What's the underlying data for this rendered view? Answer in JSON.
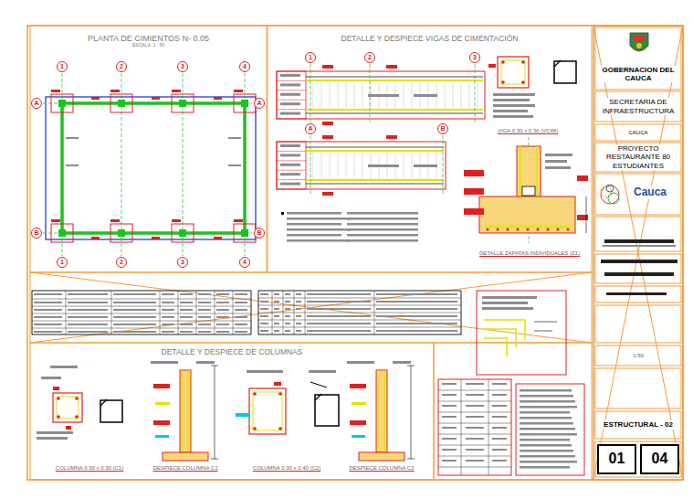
{
  "diagram": {
    "nodes": [
      {
        "text": [
          "PLANTA DE CIMIENTOS N- 0.05",
          "ESCALA: 1 : 50"
        ]
      },
      {
        "text": [
          "DETALLE Y DESPIECE VIGAS DE CIMENTACIÓN"
        ]
      },
      {
        "text": [
          "DETALLE Y DESPIECE DE COLUMNAS"
        ]
      },
      {
        "text": [
          "1"
        ],
        "in": 0
      },
      {
        "text": [
          "2"
        ],
        "in": 0
      },
      {
        "text": [
          "3"
        ],
        "in": 0
      },
      {
        "text": [
          "4"
        ],
        "in": 0
      },
      {
        "text": [
          "1"
        ],
        "in": 0
      },
      {
        "text": [
          "2"
        ],
        "in": 0
      },
      {
        "text": [
          "3"
        ],
        "in": 0
      },
      {
        "text": [
          "4"
        ],
        "in": 0
      },
      {
        "text": [
          "A"
        ],
        "in": 0
      },
      {
        "text": [
          "B"
        ],
        "in": 0
      },
      {
        "text": [
          "A"
        ],
        "in": 0
      },
      {
        "text": [
          "B"
        ],
        "in": 0
      },
      {
        "text": [
          "1"
        ],
        "in": 1
      },
      {
        "text": [
          "2"
        ],
        "in": 1
      },
      {
        "text": [
          "3"
        ],
        "in": 1
      },
      {
        "text": [
          "A"
        ],
        "in": 1
      },
      {
        "text": [
          "B"
        ],
        "in": 1
      },
      {
        "text": [
          "GOBERNACION DEL CAUCA"
        ]
      },
      {
        "text": [
          "SECRETARIA DE INFRAESTRUCTURA"
        ]
      },
      {
        "text": [
          "CAUCA"
        ]
      },
      {
        "text": [
          "PROYECTO RESTAURANTE 80 ESTUDIANTES"
        ]
      },
      {
        "text": [
          "Cauca"
        ]
      },
      {
        "text": [
          "1:50"
        ]
      },
      {
        "text": [
          "ESTRUCTURAL - 02"
        ]
      },
      {
        "text": [
          "01"
        ]
      },
      {
        "text": [
          "04"
        ]
      }
    ],
    "labels": [
      "VIGA 0.30 x 0.30 (VCIM)",
      "DETALLE ZAPATAS INDIVIDUALES (Z1)",
      "COLUMNA 0.30 x 0.30 (C1)",
      "DESPIECE COLUMNA C1",
      "COLUMNA 0.30 x 0.40 (C2)",
      "DESPIECE COLUMNA C2"
    ]
  }
}
